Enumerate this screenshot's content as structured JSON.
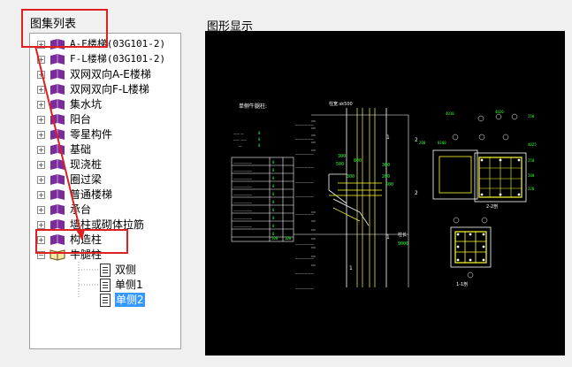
{
  "left_panel": {
    "title": "图集列表"
  },
  "right_panel": {
    "title": "图形显示"
  },
  "tree": {
    "items": [
      {
        "label": "A-E楼梯(03G101-2)",
        "expanded": false
      },
      {
        "label": "F-L楼梯(03G101-2)",
        "expanded": false
      },
      {
        "label": "双网双向A-E楼梯",
        "expanded": false
      },
      {
        "label": "双网双向F-L楼梯",
        "expanded": false
      },
      {
        "label": "集水坑",
        "expanded": false
      },
      {
        "label": "阳台",
        "expanded": false
      },
      {
        "label": "零星构件",
        "expanded": false
      },
      {
        "label": "基础",
        "expanded": false
      },
      {
        "label": "现浇桩",
        "expanded": false
      },
      {
        "label": "圈过梁",
        "expanded": false
      },
      {
        "label": "普通楼梯",
        "expanded": false
      },
      {
        "label": "承台",
        "expanded": false
      },
      {
        "label": "墙柱或砌体拉筋",
        "expanded": false
      },
      {
        "label": "构造柱",
        "expanded": false
      },
      {
        "label": "牛腿柱",
        "expanded": true
      }
    ],
    "children": [
      {
        "label": "双侧",
        "selected": false
      },
      {
        "label": "单侧1",
        "selected": false
      },
      {
        "label": "单侧2",
        "selected": true
      }
    ]
  },
  "drawing": {
    "texts": {
      "title": "单侧牛腿柱:",
      "col_label": "柱宽:sk500",
      "col_len": "柱长",
      "col_len_val": "9000",
      "section_a": "1-1剖",
      "section_b": "2-2剖",
      "dim_500": "500",
      "dim_300": "300",
      "dim_200": "200",
      "dim_100": "100"
    }
  },
  "colors": {
    "cad_bg": "#000000",
    "cad_white": "#ffffff",
    "cad_green": "#33ff33",
    "cad_yellow": "#ffff33",
    "highlight_red": "#e02020",
    "select_blue": "#3399ff",
    "book_purple": "#7b2c9a"
  }
}
